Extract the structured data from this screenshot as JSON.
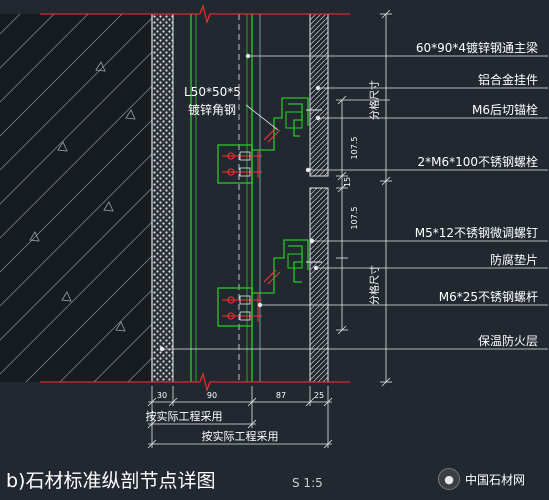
{
  "labels": [
    "60*90*4镀锌钢通主梁",
    "铝合金挂件",
    "M6后切锚栓",
    "2*M6*100不锈钢螺栓",
    "M5*12不锈钢微调螺钉",
    "防腐垫片",
    "M6*25不锈钢螺杆",
    "保温防火层"
  ],
  "angle_label": [
    "L50*50*5",
    "镀锌角钢"
  ],
  "vertical_dims": {
    "module_upper": "分格尺寸",
    "module_lower": "分格尺寸",
    "upper": "107.5",
    "lower": "107.5",
    "gap": "15"
  },
  "bottom_dims": {
    "d1": "30",
    "d2": "90",
    "d3": "87",
    "d4": "25",
    "note1": "按实际工程采用",
    "note2": "按实际工程采用"
  },
  "caption": "b)石材标准纵剖节点详图",
  "scale": "S 1:5",
  "watermark": "中国石材网",
  "watermark_icon": "wechat-icon",
  "colors": {
    "background": "#212830",
    "wall": "#171c21",
    "line": "#e8e8e8",
    "green": "#29c529",
    "red": "#ff3030",
    "stone": "#cfcfcf",
    "cyan": "#8fc8d8"
  }
}
